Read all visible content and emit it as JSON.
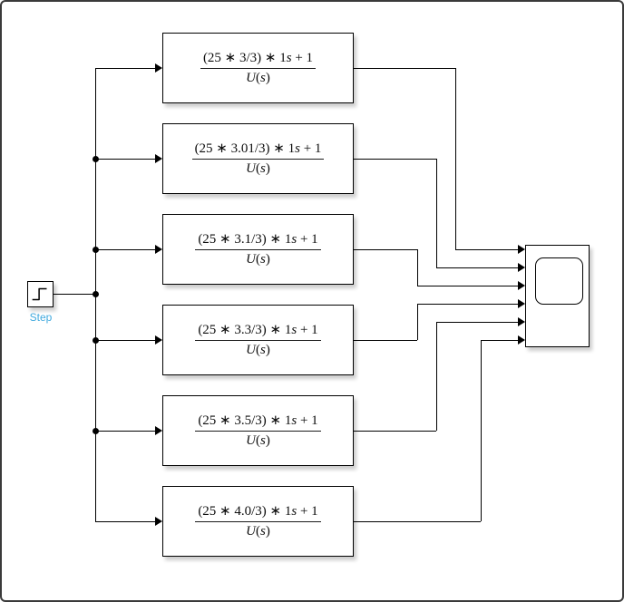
{
  "diagram": {
    "step": {
      "label": "Step"
    },
    "blocks": [
      {
        "numerator": [
          "(25 ∗ 3/3) ∗ 1",
          "s",
          " + 1"
        ],
        "denominator": [
          "U",
          "(",
          "s",
          ")"
        ]
      },
      {
        "numerator": [
          "(25 ∗ 3.01/3) ∗ 1",
          "s",
          " + 1"
        ],
        "denominator": [
          "U",
          "(",
          "s",
          ")"
        ]
      },
      {
        "numerator": [
          "(25 ∗ 3.1/3) ∗ 1",
          "s",
          " + 1"
        ],
        "denominator": [
          "U",
          "(",
          "s",
          ")"
        ]
      },
      {
        "numerator": [
          "(25 ∗ 3.3/3) ∗ 1",
          "s",
          " + 1"
        ],
        "denominator": [
          "U",
          "(",
          "s",
          ")"
        ]
      },
      {
        "numerator": [
          "(25 ∗ 3.5/3) ∗ 1",
          "s",
          " + 1"
        ],
        "denominator": [
          "U",
          "(",
          "s",
          ")"
        ]
      },
      {
        "numerator": [
          "(25 ∗ 4.0/3) ∗ 1",
          "s",
          " + 1"
        ],
        "denominator": [
          "U",
          "(",
          "s",
          ")"
        ]
      }
    ],
    "colors": {
      "wire": "#000000",
      "block_border": "#000000",
      "step_label": "#41a9de",
      "background": "#ffffff"
    }
  }
}
